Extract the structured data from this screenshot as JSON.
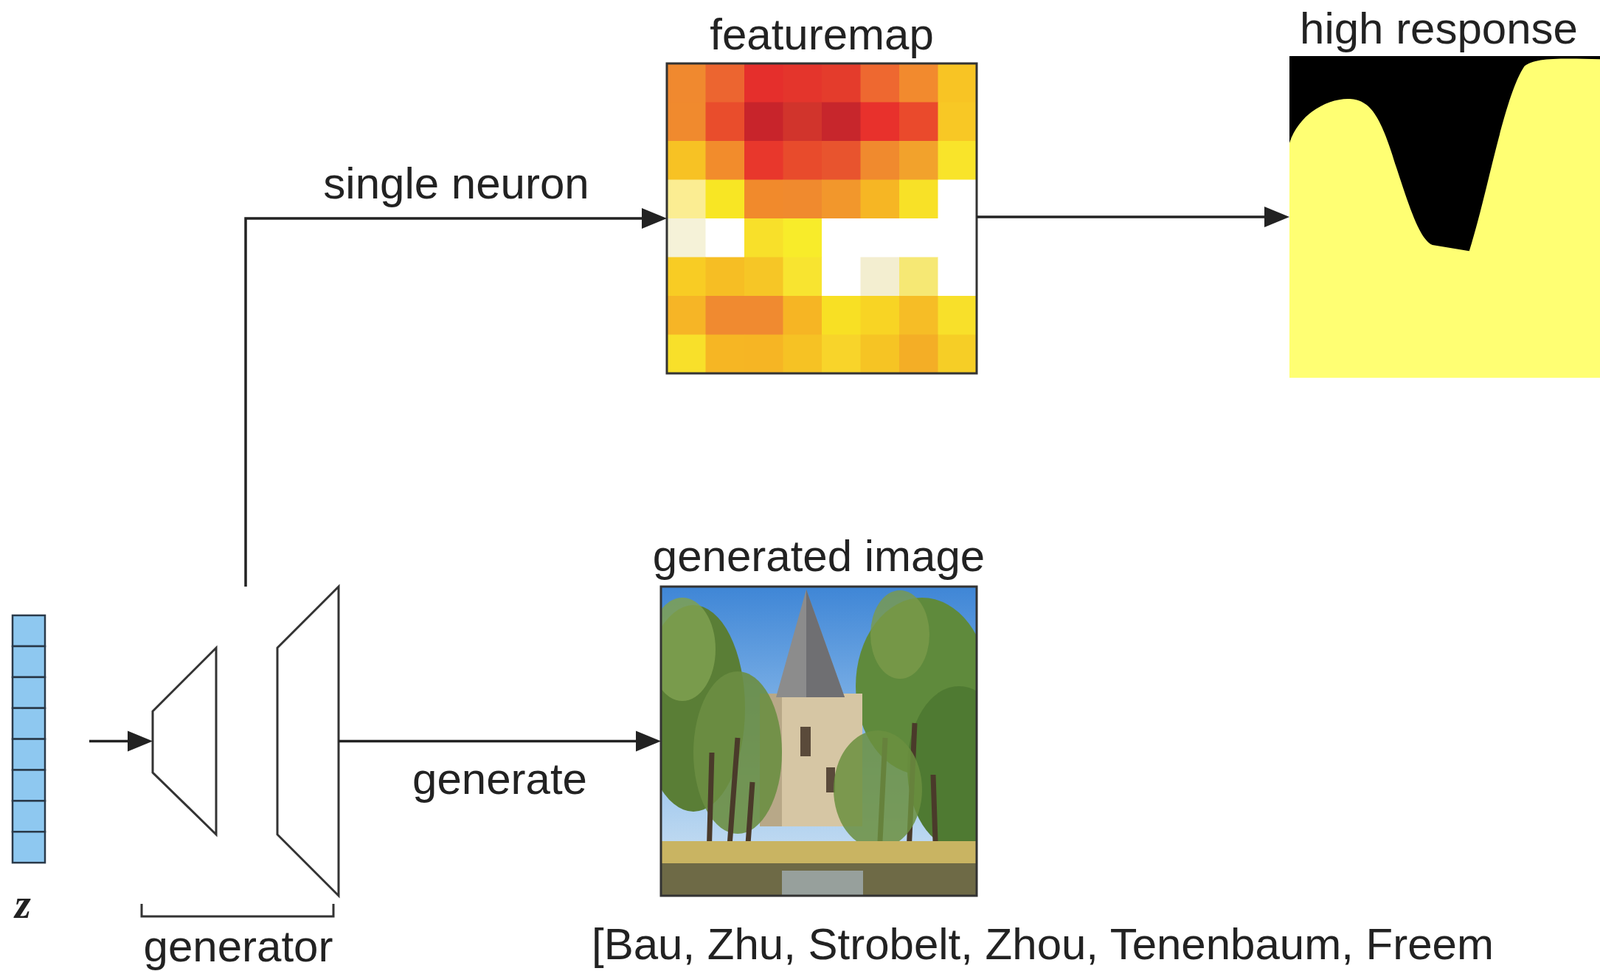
{
  "diagram": {
    "nodes": [
      {
        "text": [
          "z"
        ]
      },
      {
        "text": [
          "generator"
        ]
      },
      {
        "text": [
          "featuremap"
        ]
      },
      {
        "text": [
          "generated image"
        ]
      },
      {
        "text": [
          "high response"
        ]
      }
    ],
    "edges": [
      {
        "from": 0,
        "to": 1,
        "arrow": "to"
      },
      {
        "from": 1,
        "to": 2,
        "label": "single neuron",
        "arrow": "to"
      },
      {
        "from": 1,
        "to": 3,
        "label": "generate",
        "arrow": "to"
      },
      {
        "from": 2,
        "to": 4,
        "arrow": "to"
      }
    ],
    "labels": [
      "[Bau, Zhu, Strobelt, Zhou, Tenenbaum, Freem"
    ]
  }
}
